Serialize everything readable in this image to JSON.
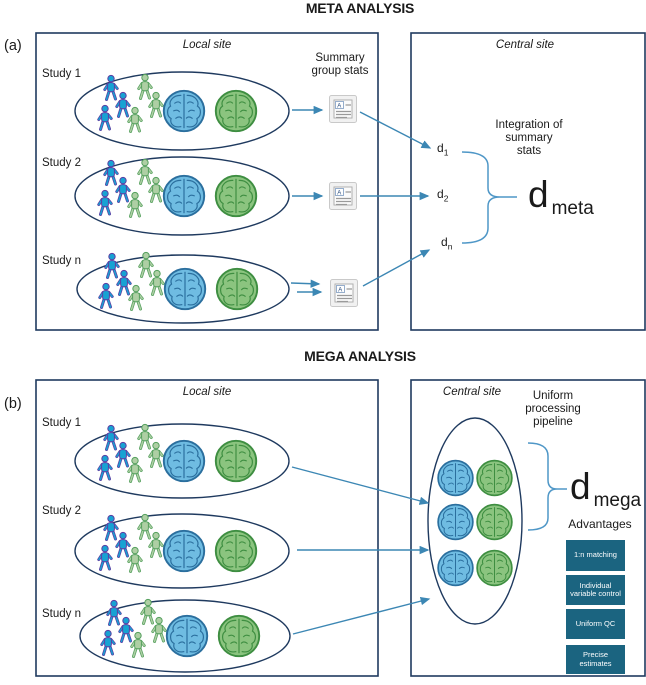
{
  "colors": {
    "border": "#1f3a5f",
    "accent": "#3c87b4",
    "brace": "#4f97c7",
    "teal": "#1b6480",
    "brain-blue-fill": "#6fbce2",
    "brain-blue-stroke": "#2b6f9e",
    "brain-green-fill": "#8bc47f",
    "brain-green-stroke": "#3e8e41",
    "person-blue-fill": "#17a2d3",
    "person-blue-stroke": "#5b3fa3",
    "person-green-fill": "#aecfa4",
    "person-green-stroke": "#55a05e",
    "text": "#1a1a1a"
  },
  "titles": {
    "meta": "META ANALYSIS",
    "mega": "MEGA ANALYSIS"
  },
  "doc_icon": {
    "letter": "A"
  },
  "panel_a": {
    "label": "(a)",
    "local_site": "Local site",
    "central_site": "Central site",
    "studies": [
      "Study 1",
      "Study 2",
      "Study n"
    ],
    "summary_stats_lines": [
      "Summary",
      "group stats"
    ],
    "d_items": [
      {
        "base": "d",
        "sub": "1"
      },
      {
        "base": "d",
        "sub": "2"
      },
      {
        "base": "d",
        "sub": "n"
      }
    ],
    "integration_lines": [
      "Integration of",
      "summary",
      "stats"
    ],
    "result": {
      "base": "d",
      "sub": "meta"
    }
  },
  "panel_b": {
    "label": "(b)",
    "local_site": "Local site",
    "central_site": "Central site",
    "studies": [
      "Study 1",
      "Study 2",
      "Study n"
    ],
    "pipeline_lines": [
      "Uniform",
      "processing",
      "pipeline"
    ],
    "result": {
      "base": "d",
      "sub": "mega"
    },
    "advantages_title": "Advantages",
    "advantages": [
      "1:n matching",
      "Individual variable control",
      "Uniform QC",
      "Precise estimates"
    ]
  }
}
